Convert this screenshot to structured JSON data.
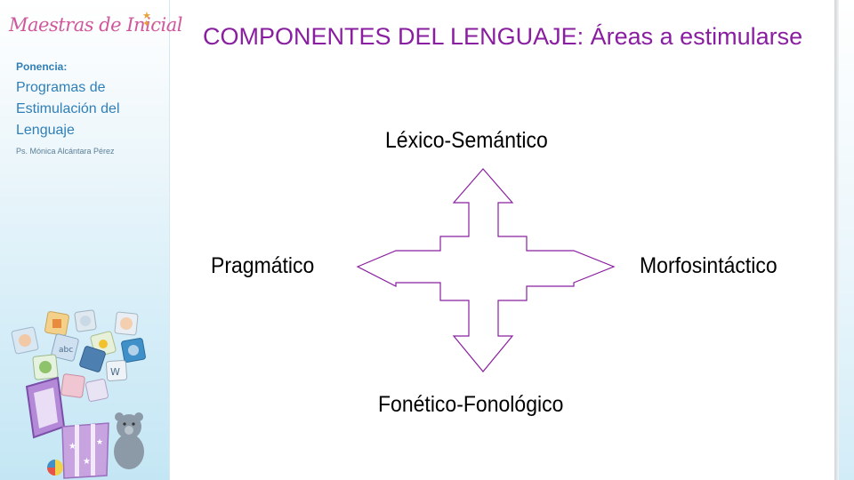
{
  "sidebar": {
    "brand": "Maestras de Inicial",
    "ponencia_label": "Ponencia:",
    "program_title": "Programas de Estimulación del Lenguaje",
    "author": "Ps. Mónica Alcántara Pérez"
  },
  "slide": {
    "title": "COMPONENTES DEL LENGUAJE: Áreas a estimularse"
  },
  "diagram": {
    "top": "Léxico-Semántico",
    "left": "Pragmático",
    "right": "Morfosintáctico",
    "bottom": "Fonético-Fonológico"
  },
  "colors": {
    "title": "#8a1ea0",
    "arrow_stroke": "#8a1ea0",
    "sidebar_text": "#2f7fb8",
    "brand": "#d0579b"
  }
}
